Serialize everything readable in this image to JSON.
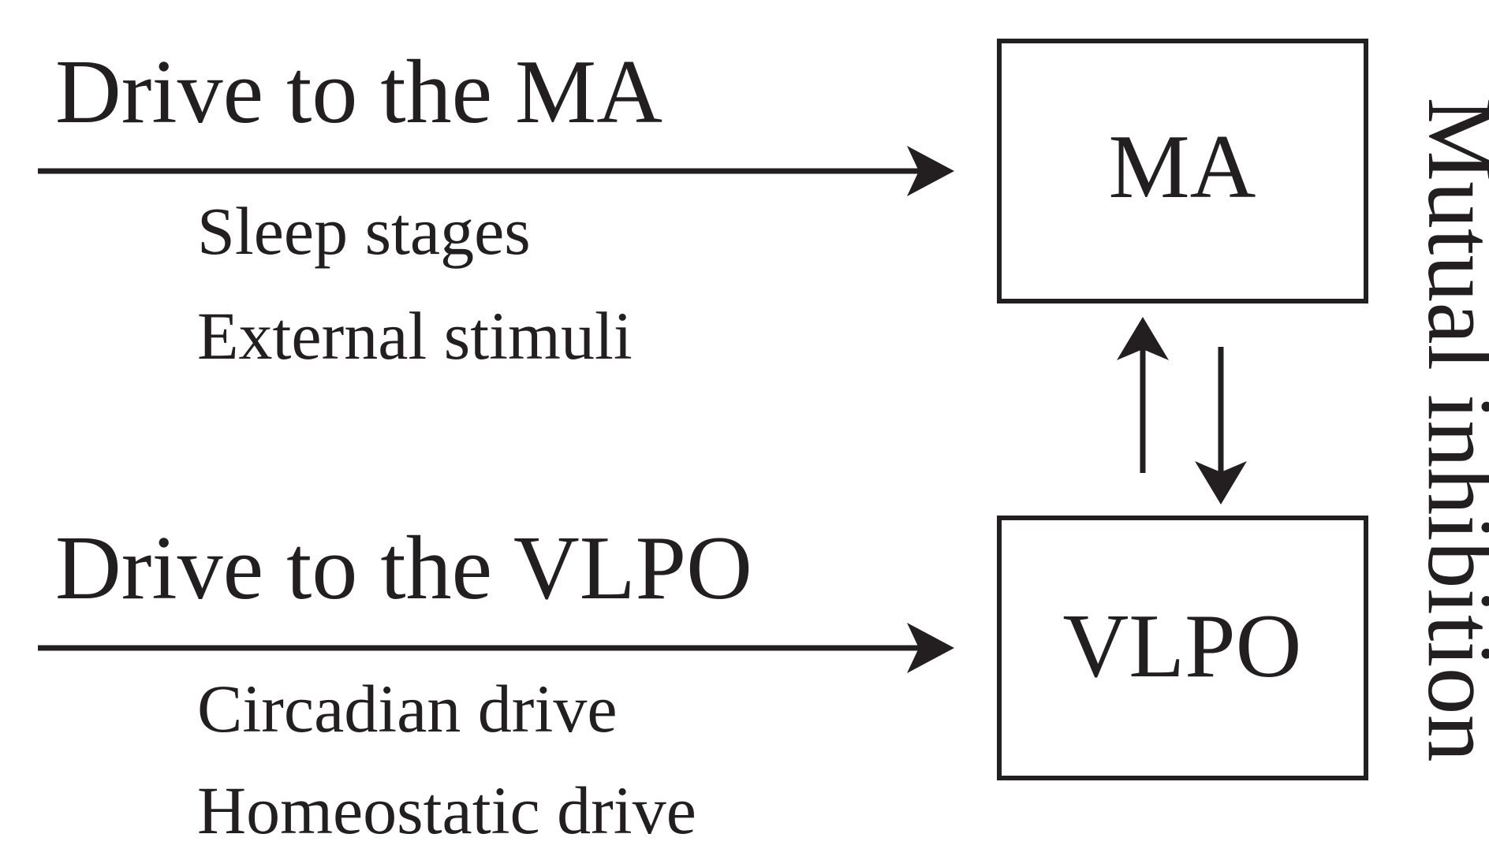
{
  "ma_input": {
    "title": "Drive to the MA",
    "items": [
      "Sleep stages",
      "External stimuli"
    ]
  },
  "vlpo_input": {
    "title": "Drive to the VLPO",
    "items": [
      "Circadian drive",
      "Homeostatic drive"
    ]
  },
  "nodes": {
    "ma": "MA",
    "vlpo": "VLPO"
  },
  "side_label": "Mutual inhibition",
  "colors": {
    "ink": "#231f20",
    "background": "#ffffff"
  }
}
